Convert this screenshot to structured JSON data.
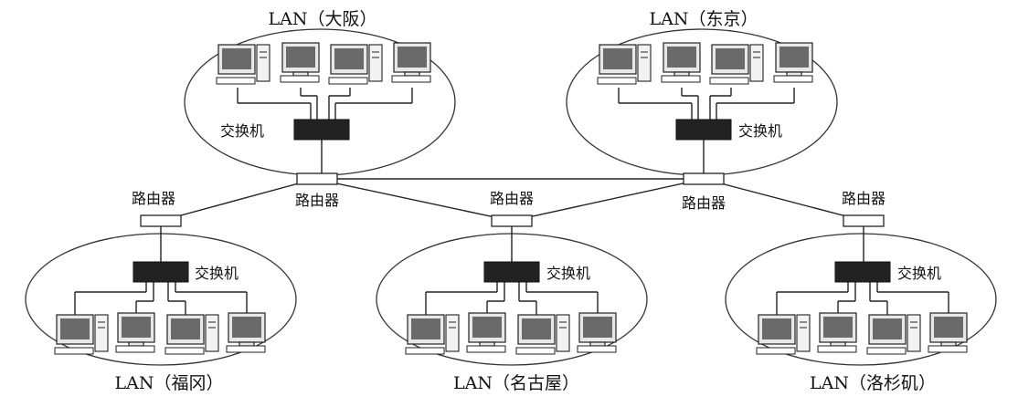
{
  "lans": [
    {
      "id": "osaka",
      "title": "LAN（大阪）",
      "switch_label": "交换机"
    },
    {
      "id": "tokyo",
      "title": "LAN（东京）",
      "switch_label": "交换机"
    },
    {
      "id": "fukuoka",
      "title": "LAN（福冈）",
      "switch_label": "交换机"
    },
    {
      "id": "nagoya",
      "title": "LAN（名古屋）",
      "switch_label": "交换机"
    },
    {
      "id": "losangeles",
      "title": "LAN（洛杉矶）",
      "switch_label": "交换机"
    }
  ],
  "routers": [
    {
      "id": "router-osaka",
      "label": "路由器"
    },
    {
      "id": "router-tokyo",
      "label": "路由器"
    },
    {
      "id": "router-fukuoka",
      "label": "路由器"
    },
    {
      "id": "router-nagoya",
      "label": "路由器"
    },
    {
      "id": "router-losangeles",
      "label": "路由器"
    }
  ]
}
